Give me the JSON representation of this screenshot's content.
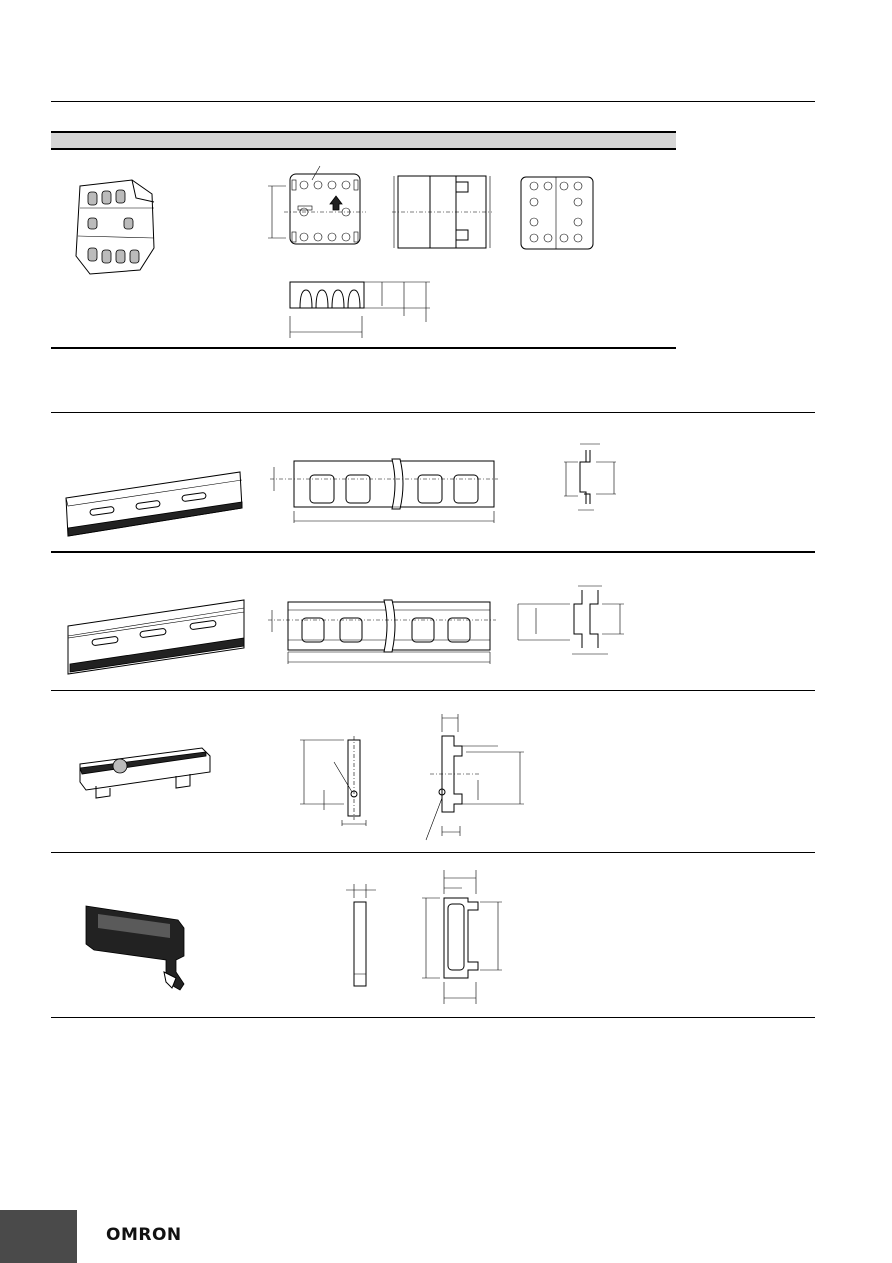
{
  "brand": {
    "logo_text": "OMRON"
  },
  "sections": [
    {
      "id": "socket",
      "icon": "socket-product-icon"
    },
    {
      "id": "din-rail-standard",
      "icon": "din-rail-icon"
    },
    {
      "id": "din-rail-deep",
      "icon": "din-rail-deep-icon"
    },
    {
      "id": "end-plate",
      "icon": "end-plate-icon"
    },
    {
      "id": "spacer",
      "icon": "spacer-icon"
    }
  ]
}
